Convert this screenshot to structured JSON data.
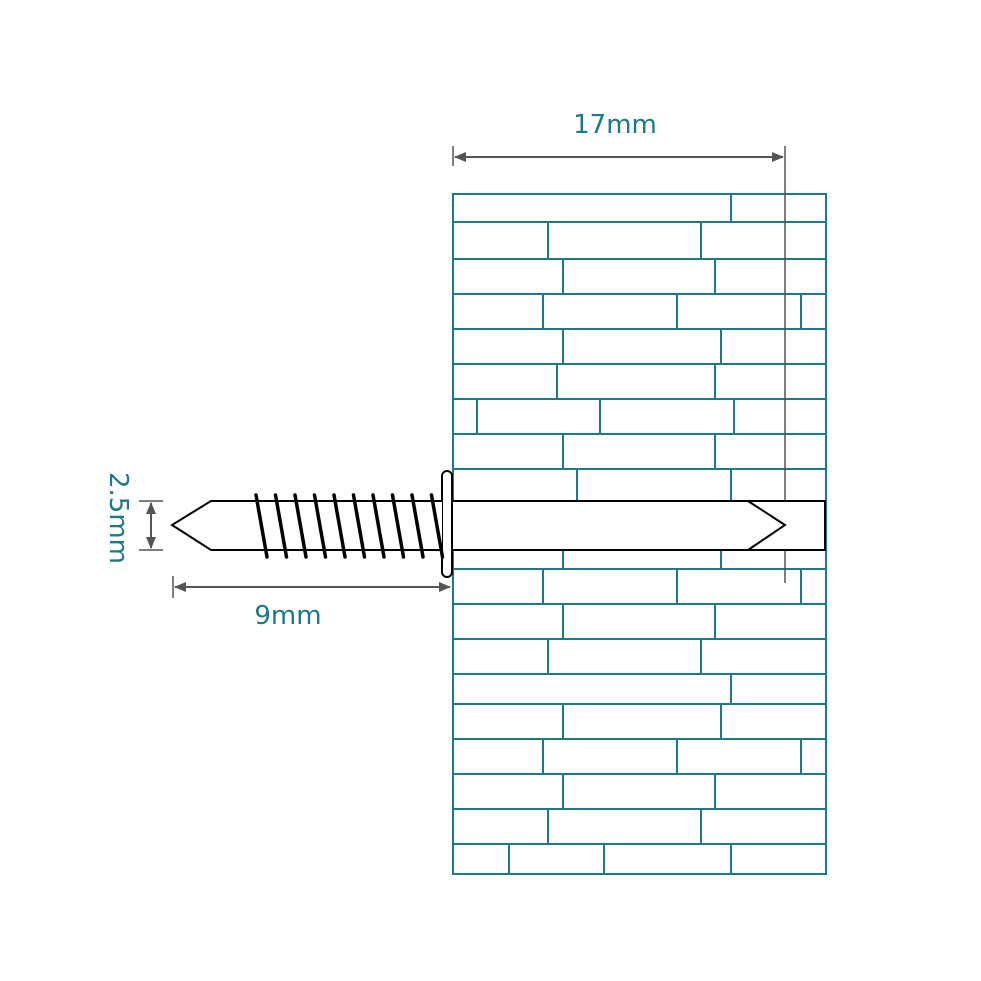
{
  "labels": {
    "length_top": "17mm",
    "length_bottom": "9mm",
    "diameter": "2.5mm"
  },
  "colors": {
    "wall": "#1b7a85",
    "dimension_line": "#555555",
    "dimension_text": "#1b7a85",
    "nail": "#000000",
    "background": "#ffffff"
  }
}
